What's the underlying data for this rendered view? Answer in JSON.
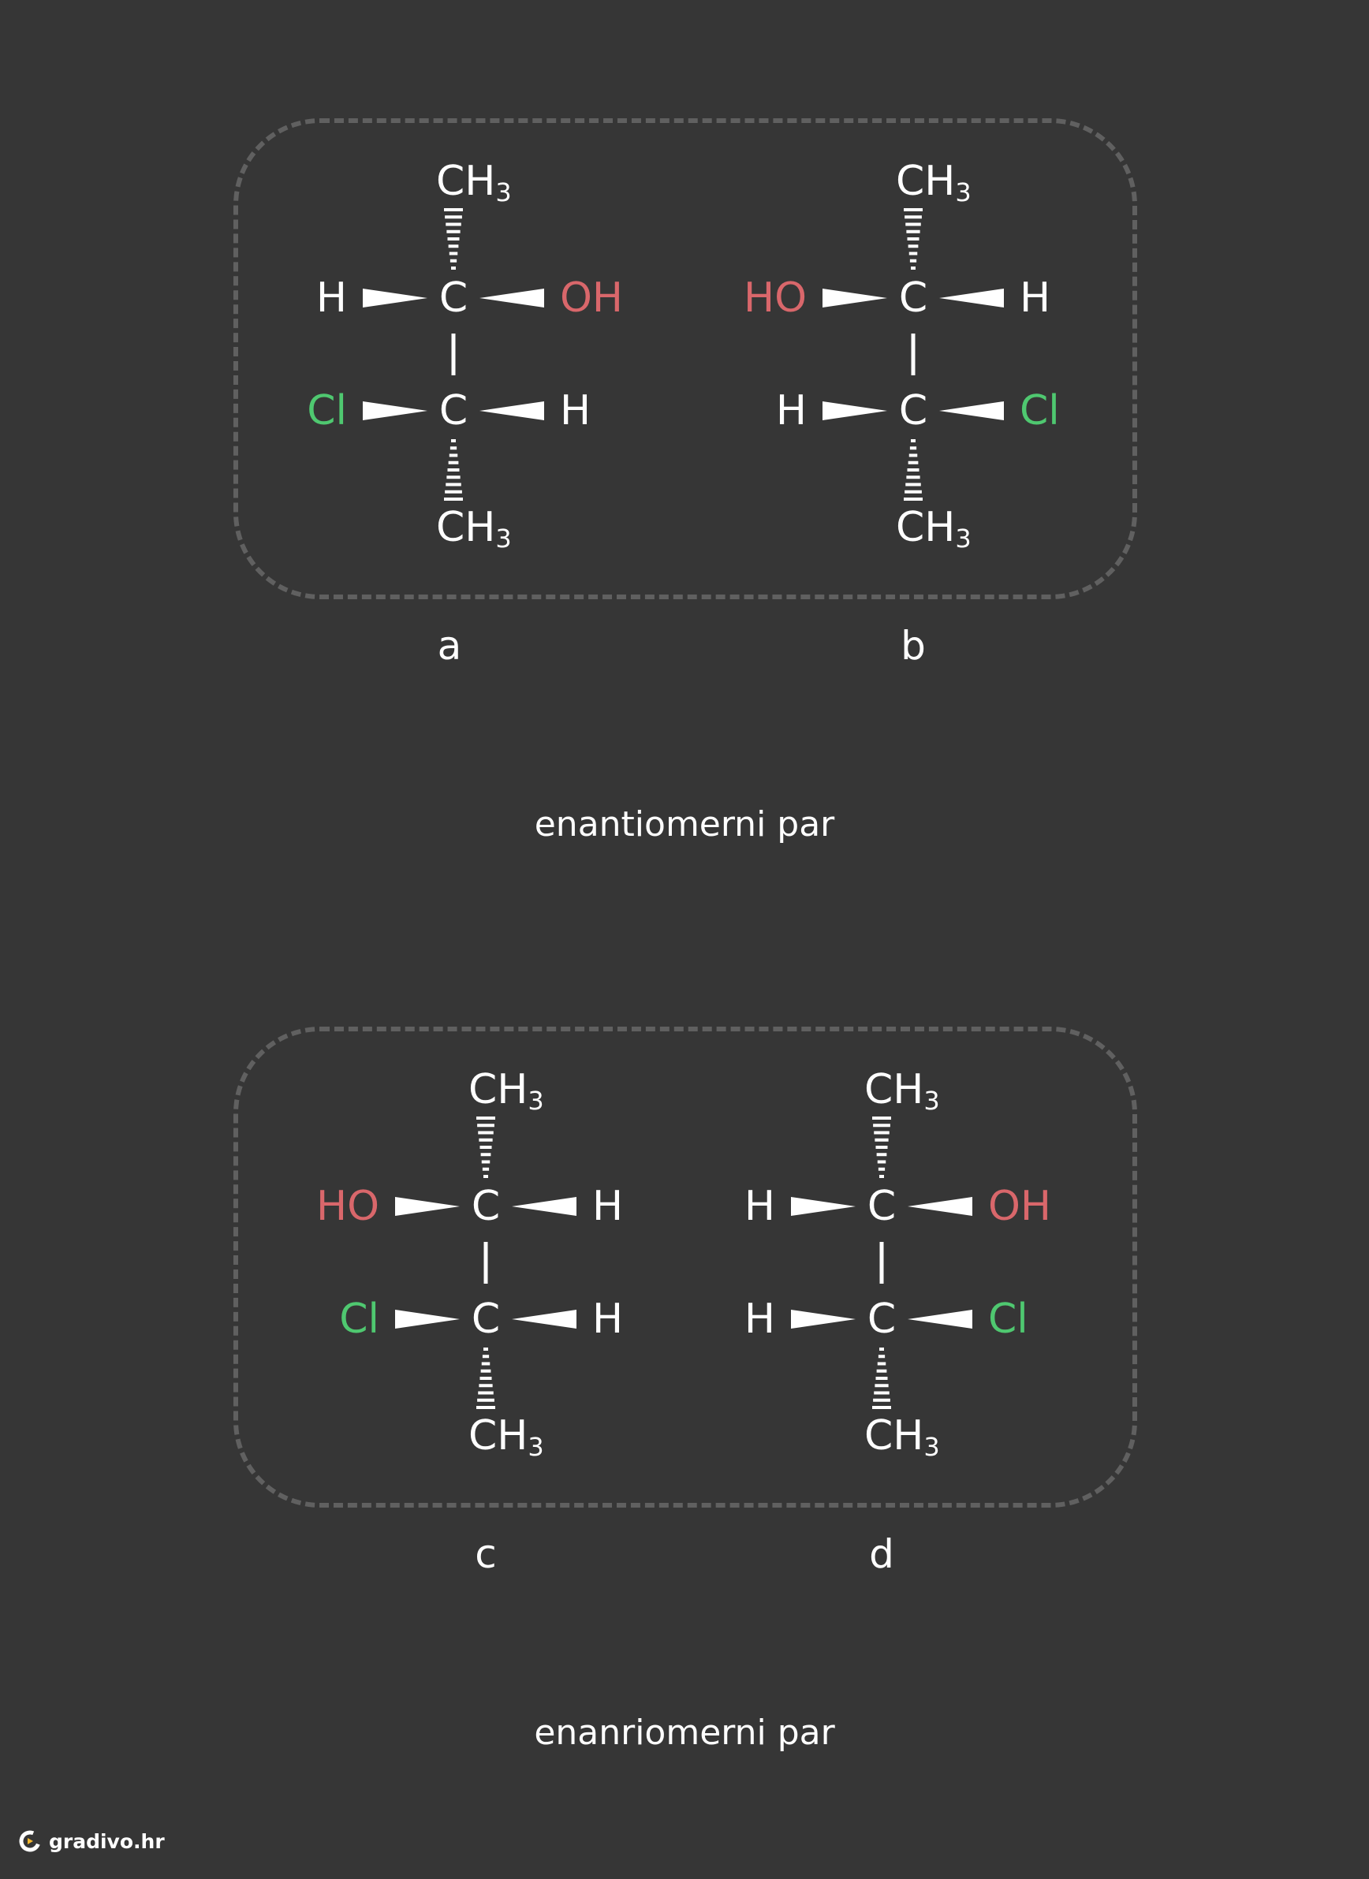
{
  "colors": {
    "background": "#363636",
    "frame": "#606060",
    "text": "#ffffff",
    "hydroxyl": "#d9676b",
    "chlorine": "#4fc870"
  },
  "molecules": [
    {
      "id": "a",
      "label": "a",
      "top": "CH",
      "bottom": "CH",
      "upper_left": {
        "text": "H",
        "kind": "h"
      },
      "upper_right": {
        "text": "OH",
        "kind": "oh"
      },
      "lower_left": {
        "text": "Cl",
        "kind": "cl"
      },
      "lower_right": {
        "text": "H",
        "kind": "h"
      }
    },
    {
      "id": "b",
      "label": "b",
      "top": "CH",
      "bottom": "CH",
      "upper_left": {
        "text": "HO",
        "kind": "oh"
      },
      "upper_right": {
        "text": "H",
        "kind": "h"
      },
      "lower_left": {
        "text": "H",
        "kind": "h"
      },
      "lower_right": {
        "text": "Cl",
        "kind": "cl"
      }
    },
    {
      "id": "c",
      "label": "c",
      "top": "CH",
      "bottom": "CH",
      "upper_left": {
        "text": "HO",
        "kind": "oh"
      },
      "upper_right": {
        "text": "H",
        "kind": "h"
      },
      "lower_left": {
        "text": "Cl",
        "kind": "cl"
      },
      "lower_right": {
        "text": "H",
        "kind": "h"
      }
    },
    {
      "id": "d",
      "label": "d",
      "top": "CH",
      "bottom": "CH",
      "upper_left": {
        "text": "H",
        "kind": "h"
      },
      "upper_right": {
        "text": "OH",
        "kind": "oh"
      },
      "lower_left": {
        "text": "H",
        "kind": "h"
      },
      "lower_right": {
        "text": "Cl",
        "kind": "cl"
      }
    }
  ],
  "carbon_symbol": "C",
  "methyl_subscript": "3",
  "pairs": [
    {
      "caption": "enantiomerni par"
    },
    {
      "caption": "enanriomerni par"
    }
  ],
  "logo": {
    "icon": "gradivo-logo-icon",
    "text": "gradivo.hr"
  }
}
